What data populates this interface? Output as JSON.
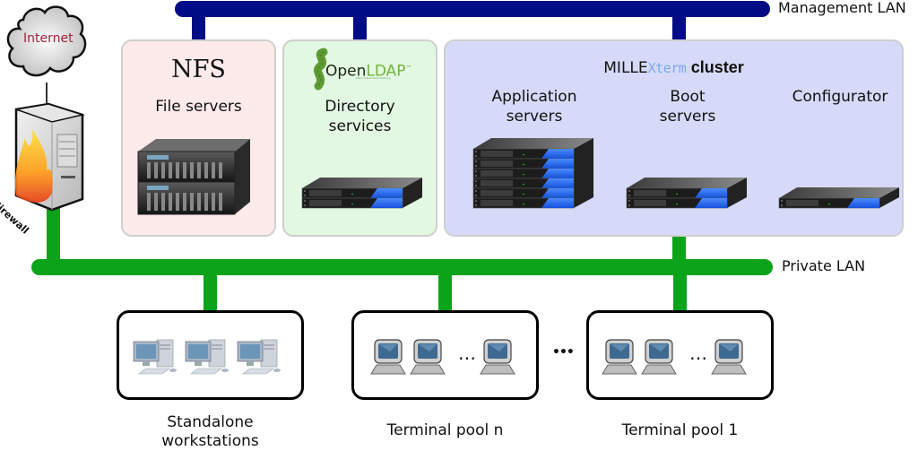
{
  "networks": {
    "management": {
      "label": "Management LAN",
      "color": "#000c85"
    },
    "private": {
      "label": "Private LAN",
      "color": "#0aa31a"
    }
  },
  "internet": {
    "label": "Internet",
    "label_color": "#a0243f"
  },
  "firewall": {
    "label": "Firewall"
  },
  "groups": {
    "nfs": {
      "title": "NFS",
      "subtitle": "File servers",
      "bg": "#fdeaea"
    },
    "ldap": {
      "logo_open": "Open",
      "logo_ldap": "LDAP",
      "logo_tm": "™",
      "logo_url": "http://www.OpenLDAP.org",
      "subtitle_line1": "Directory",
      "subtitle_line2": "services",
      "bg": "#e3f8e3"
    },
    "cluster": {
      "title_mille": "MILLE",
      "title_xterm": "Xterm",
      "title_cluster": "cluster",
      "bg": "#d6daf8",
      "roles": [
        {
          "line1": "Application",
          "line2": "servers",
          "servers": 6
        },
        {
          "line1": "Boot",
          "line2": "servers",
          "servers": 2
        },
        {
          "line1": "Configurator",
          "line2": "",
          "servers": 1
        }
      ]
    }
  },
  "pools": [
    {
      "label_line1": "Standalone",
      "label_line2": "workstations",
      "kind": "workstations",
      "count": 3
    },
    {
      "label_line1": "Terminal pool n",
      "label_line2": "",
      "kind": "terminals",
      "ellipsis": "…"
    },
    {
      "label_line1": "Terminal pool 1",
      "label_line2": "",
      "kind": "terminals",
      "ellipsis": "…"
    }
  ],
  "between_pools_ellipsis": "•••"
}
